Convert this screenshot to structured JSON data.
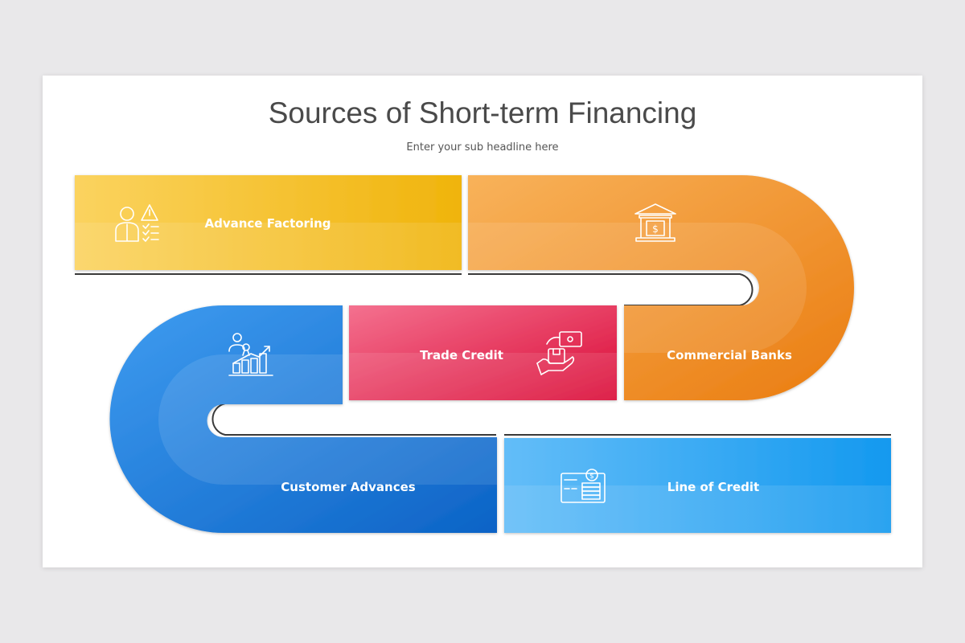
{
  "title": "Sources of Short-term Financing",
  "subtitle": "Enter your sub headline here",
  "steps": [
    {
      "label": "Advance Factoring",
      "icon": "person-warning-checklist-icon",
      "color": "#f2b705"
    },
    {
      "label": "Commercial Banks",
      "icon": "bank-icon",
      "color": "#f08a1c"
    },
    {
      "label": "Trade Credit",
      "icon": "hand-box-credit-icon",
      "color": "#e3183f"
    },
    {
      "label": "Customer Advances",
      "icon": "growth-chart-person-icon",
      "color": "#1f7fdb"
    },
    {
      "label": "Line of Credit",
      "icon": "credit-card-coins-icon",
      "color": "#29a3f0"
    }
  ]
}
